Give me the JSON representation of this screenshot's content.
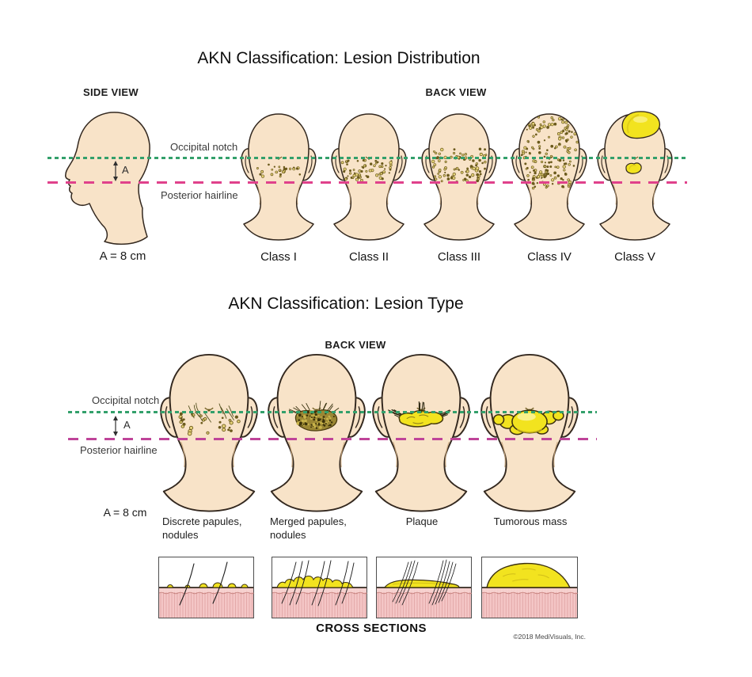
{
  "colors": {
    "occipital_line_green": "#33a06b",
    "hairline_pink_top": "#e0418b",
    "hairline_pink_bottom": "#bf4499",
    "skin": "#f8e3c8",
    "outline": "#33281f",
    "lesion_yellow": "#f2e31f",
    "papule_olive": "#6b5a1c"
  },
  "section1": {
    "title": "AKN Classification: Lesion Distribution",
    "side_view_label": "SIDE VIEW",
    "back_view_label": "BACK VIEW",
    "occipital_notch_label": "Occipital notch",
    "posterior_hairline_label": "Posterior hairline",
    "distance_marker": "A",
    "distance_note": "A = 8 cm",
    "classes": [
      {
        "label": "Class I"
      },
      {
        "label": "Class II"
      },
      {
        "label": "Class III"
      },
      {
        "label": "Class IV"
      },
      {
        "label": "Class V"
      }
    ]
  },
  "section2": {
    "title": "AKN Classification: Lesion Type",
    "back_view_label": "BACK VIEW",
    "occipital_notch_label": "Occipital notch",
    "posterior_hairline_label": "Posterior hairline",
    "distance_marker": "A",
    "distance_note": "A = 8 cm",
    "types": [
      {
        "line1": "Discrete papules,",
        "line2": "nodules"
      },
      {
        "line1": "Merged papules,",
        "line2": "nodules"
      },
      {
        "line1": "Plaque",
        "line2": ""
      },
      {
        "line1": "Tumorous mass",
        "line2": ""
      }
    ]
  },
  "cross_sections_label": "CROSS SECTIONS",
  "copyright": "©2018 MediVisuals, Inc."
}
